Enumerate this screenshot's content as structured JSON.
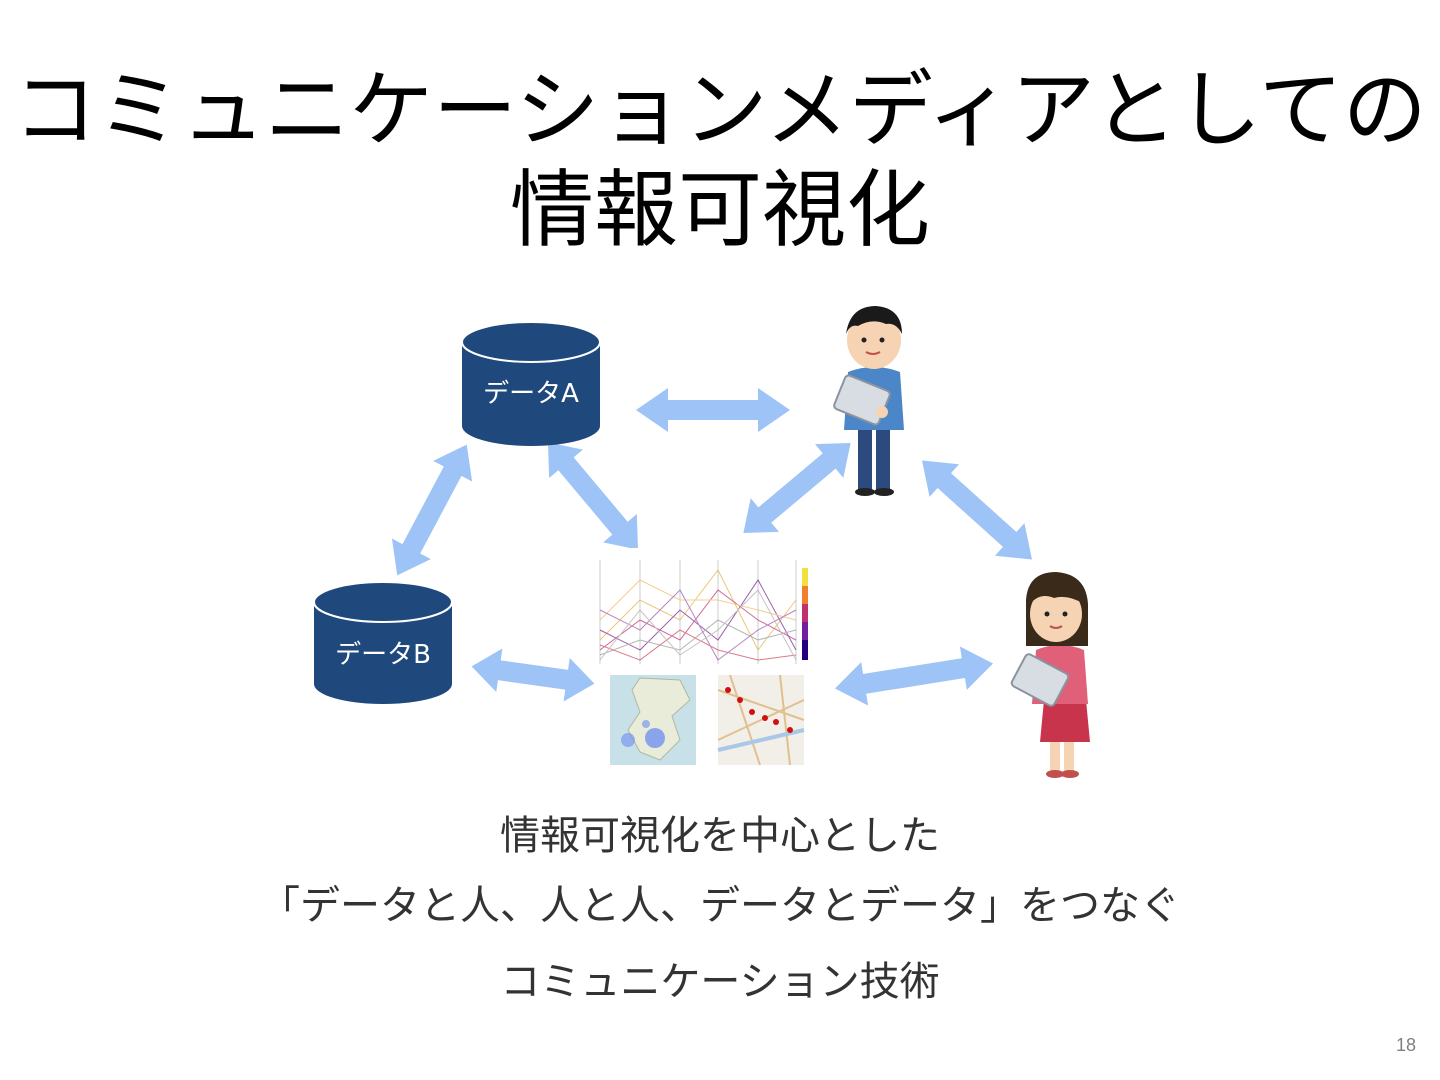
{
  "slide": {
    "title_line1": "コミュニケーションメディアとしての",
    "title_line2": "情報可視化",
    "page_number": "18"
  },
  "diagram": {
    "database_a_label": "データA",
    "database_b_label": "データB",
    "database_color": "#1f497d",
    "arrow_color": "#9dc3f7"
  },
  "caption": {
    "line1": "情報可視化を中心とした",
    "line2": "「データと人、人と人、データとデータ」をつなぐ",
    "line3": "コミュニケーション技術"
  }
}
